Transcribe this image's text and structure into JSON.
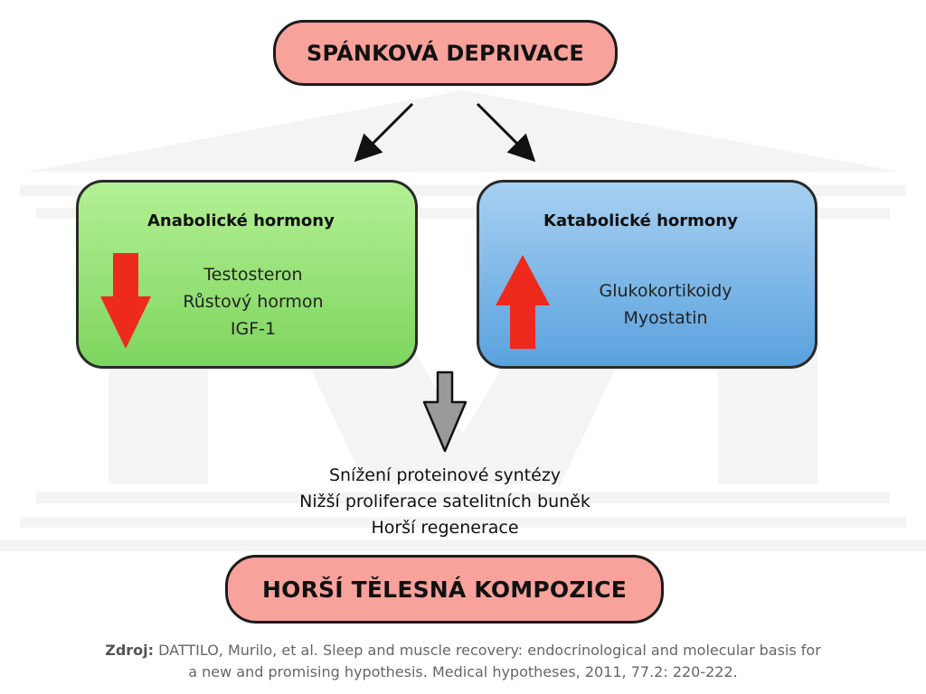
{
  "diagram": {
    "top_node": "SPÁNKOVÁ DEPRIVACE",
    "anabolic": {
      "title": "Anabolické hormony",
      "items": [
        "Testosteron",
        "Růstový hormon",
        "IGF-1"
      ],
      "trend": "down",
      "trend_color": "#ee2a1c"
    },
    "catabolic": {
      "title": "Katabolické hormony",
      "items": [
        "Glukokortikoidy",
        "Myostatin"
      ],
      "trend": "up",
      "trend_color": "#ee2a1c"
    },
    "effects": [
      "Snížení proteinové syntézy",
      "Nižší proliferace satelitních buněk",
      "Horší regenerace"
    ],
    "bottom_node": "HORŠÍ TĚLESNÁ KOMPOZICE"
  },
  "source": {
    "label": "Zdroj:",
    "line1": "DATTILO, Murilo, et al. Sleep and muscle recovery: endocrinological and molecular basis for",
    "line2": "a new and promising hypothesis. Medical hypotheses, 2011, 77.2: 220-222."
  },
  "colors": {
    "pill_fill": "#f8a29c",
    "anabolic_fill": "#8fdc6e",
    "catabolic_fill": "#6aaee3",
    "down_arrow_fill": "#9a9a9a"
  }
}
